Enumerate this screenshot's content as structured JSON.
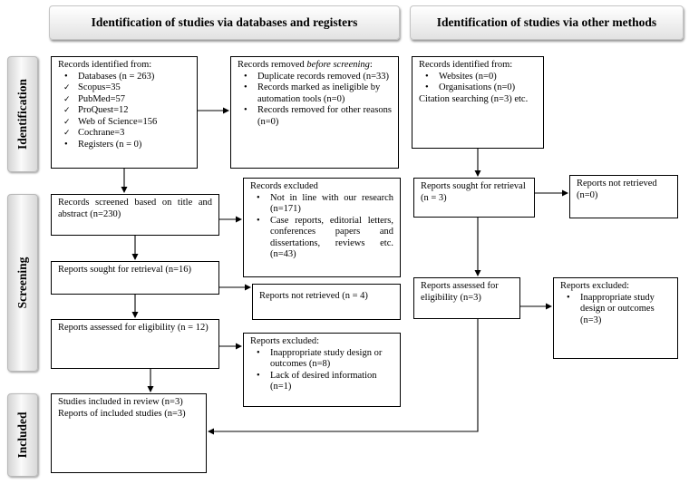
{
  "headers": {
    "databases": "Identification of studies via databases and registers",
    "other": "Identification of studies via other methods"
  },
  "stages": {
    "identification": "Identification",
    "screening": "Screening",
    "included": "Included"
  },
  "db_identified": {
    "title": "Records identified from:",
    "items": [
      {
        "mark": "dot",
        "text": "Databases (n = 263)"
      },
      {
        "mark": "check",
        "text": "Scopus=35"
      },
      {
        "mark": "check",
        "text": "PubMed=57"
      },
      {
        "mark": "check",
        "text": "ProQuest=12"
      },
      {
        "mark": "check",
        "text": "Web of Science=156"
      },
      {
        "mark": "check",
        "text": "Cochrane=3"
      },
      {
        "mark": "dot",
        "text": "Registers (n = 0)"
      }
    ]
  },
  "removed": {
    "title_part1": "Records removed ",
    "title_emph": "before screening",
    "title_part2": ":",
    "items": [
      "Duplicate records removed (n=33)",
      "Records marked as ineligible by automation tools (n=0)",
      "Records removed for other reasons (n=0)"
    ]
  },
  "screened": {
    "text": "Records screened based on title and abstract (n=230)"
  },
  "excluded1": {
    "title": "Records excluded",
    "items": [
      "Not in line with our research (n=171)",
      "Case reports, editorial letters, conferences papers and dissertations, reviews etc. (n=43)"
    ]
  },
  "sought": {
    "text": "Reports sought for retrieval (n=16)"
  },
  "not_retrieved": {
    "text": "Reports not retrieved (n = 4)"
  },
  "assessed": {
    "text": "Reports assessed for eligibility (n = 12)"
  },
  "excluded2": {
    "title": "Reports excluded:",
    "items": [
      "Inappropriate study design or outcomes (n=8)",
      "Lack of desired information (n=1)"
    ]
  },
  "included": {
    "line1": "Studies included in review (n=3)",
    "line2": "Reports of included studies (n=3)"
  },
  "other_identified": {
    "title": "Records identified from:",
    "items": [
      "Websites (n=0)",
      "Organisations (n=0)"
    ],
    "footer": "Citation searching (n=3) etc."
  },
  "other_sought": {
    "text": "Reports sought for retrieval (n = 3)"
  },
  "other_not_retrieved": {
    "text": "Reports not retrieved (n=0)"
  },
  "other_assessed": {
    "text": "Reports assessed for eligibility (n=3)"
  },
  "other_excluded": {
    "title": "Reports excluded:",
    "items": [
      "Inappropriate study design or outcomes (n=3)"
    ]
  }
}
